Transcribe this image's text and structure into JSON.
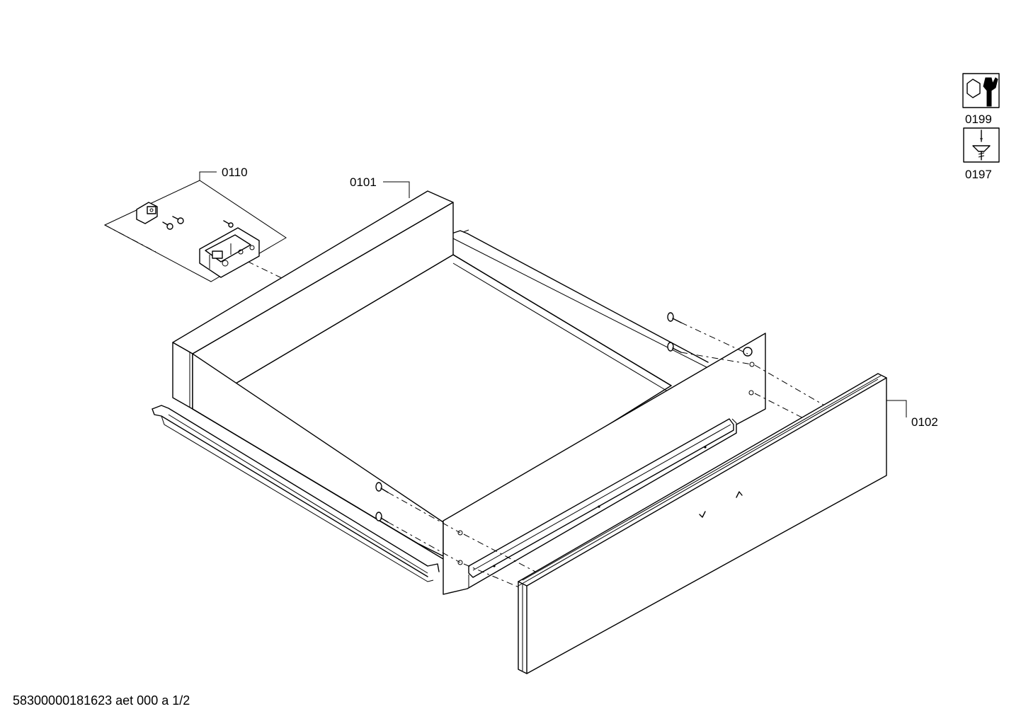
{
  "parts": {
    "hinge_set": "0110",
    "drawer_body": "0101",
    "front_panel": "0102"
  },
  "symbols": {
    "wrench": {
      "code": "0199",
      "icon": "nut-wrench-icon"
    },
    "screwdriver": {
      "code": "0197",
      "icon": "screwdriver-screw-icon"
    }
  },
  "footer": "58300000181623 aet 000 a 1/2"
}
